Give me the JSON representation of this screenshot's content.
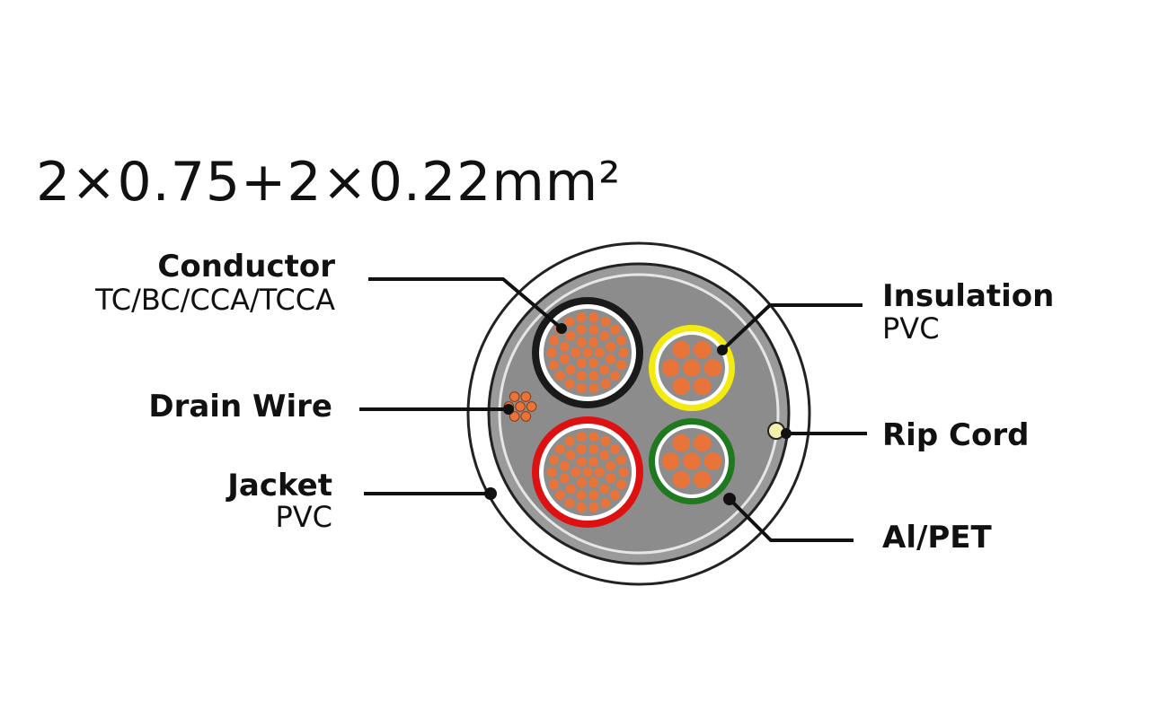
{
  "title": "2×0.75+2×0.22mm²",
  "labels": {
    "conductor": {
      "name": "Conductor",
      "material": "TC/BC/CCA/TCCA"
    },
    "drain_wire": {
      "name": "Drain Wire"
    },
    "jacket": {
      "name": "Jacket",
      "material": "PVC"
    },
    "insulation": {
      "name": "Insulation",
      "material": "PVC"
    },
    "rip_cord": {
      "name": "Rip Cord"
    },
    "shield": {
      "name": "Al/PET"
    }
  },
  "colors": {
    "copper": "#e8743a",
    "jacket_gray": "#8c8c8c",
    "insulation_black": "#1a1a1a",
    "insulation_red": "#dd1111",
    "insulation_yellow": "#f3ea10",
    "insulation_green": "#1f7a1f",
    "rip_cord": "#f3efb0"
  },
  "cores": [
    {
      "color": "black",
      "size": "0.75mm²"
    },
    {
      "color": "red",
      "size": "0.75mm²"
    },
    {
      "color": "yellow",
      "size": "0.22mm²"
    },
    {
      "color": "green",
      "size": "0.22mm²"
    }
  ]
}
